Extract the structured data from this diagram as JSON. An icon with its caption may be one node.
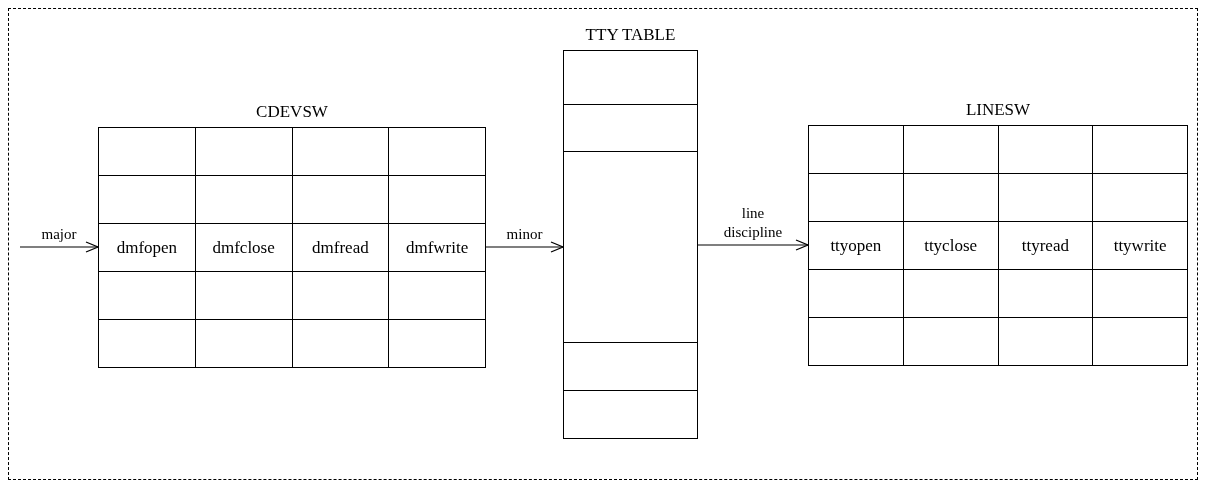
{
  "diagram": {
    "nodes": [
      {
        "text": [
          "CDEVSW"
        ]
      },
      {
        "text": [
          "dmfopen"
        ],
        "in": 0
      },
      {
        "text": [
          "dmfclose"
        ],
        "in": 0
      },
      {
        "text": [
          "dmfread"
        ],
        "in": 0
      },
      {
        "text": [
          "dmfwrite"
        ],
        "in": 0
      },
      {
        "text": [
          "TTY TABLE"
        ]
      },
      {
        "text": [
          "LINESW"
        ]
      },
      {
        "text": [
          "ttyopen"
        ],
        "in": 6
      },
      {
        "text": [
          "ttyclose"
        ],
        "in": 6
      },
      {
        "text": [
          "ttyread"
        ],
        "in": 6
      },
      {
        "text": [
          "ttywrite"
        ],
        "in": 6
      }
    ],
    "edges": [
      {
        "from": null,
        "to": 1,
        "arrow": "to",
        "label": "major"
      },
      {
        "from": 4,
        "to": 5,
        "arrow": "to",
        "label": "minor"
      },
      {
        "from": 5,
        "to": 7,
        "arrow": "to",
        "label": "line discipline"
      }
    ]
  }
}
